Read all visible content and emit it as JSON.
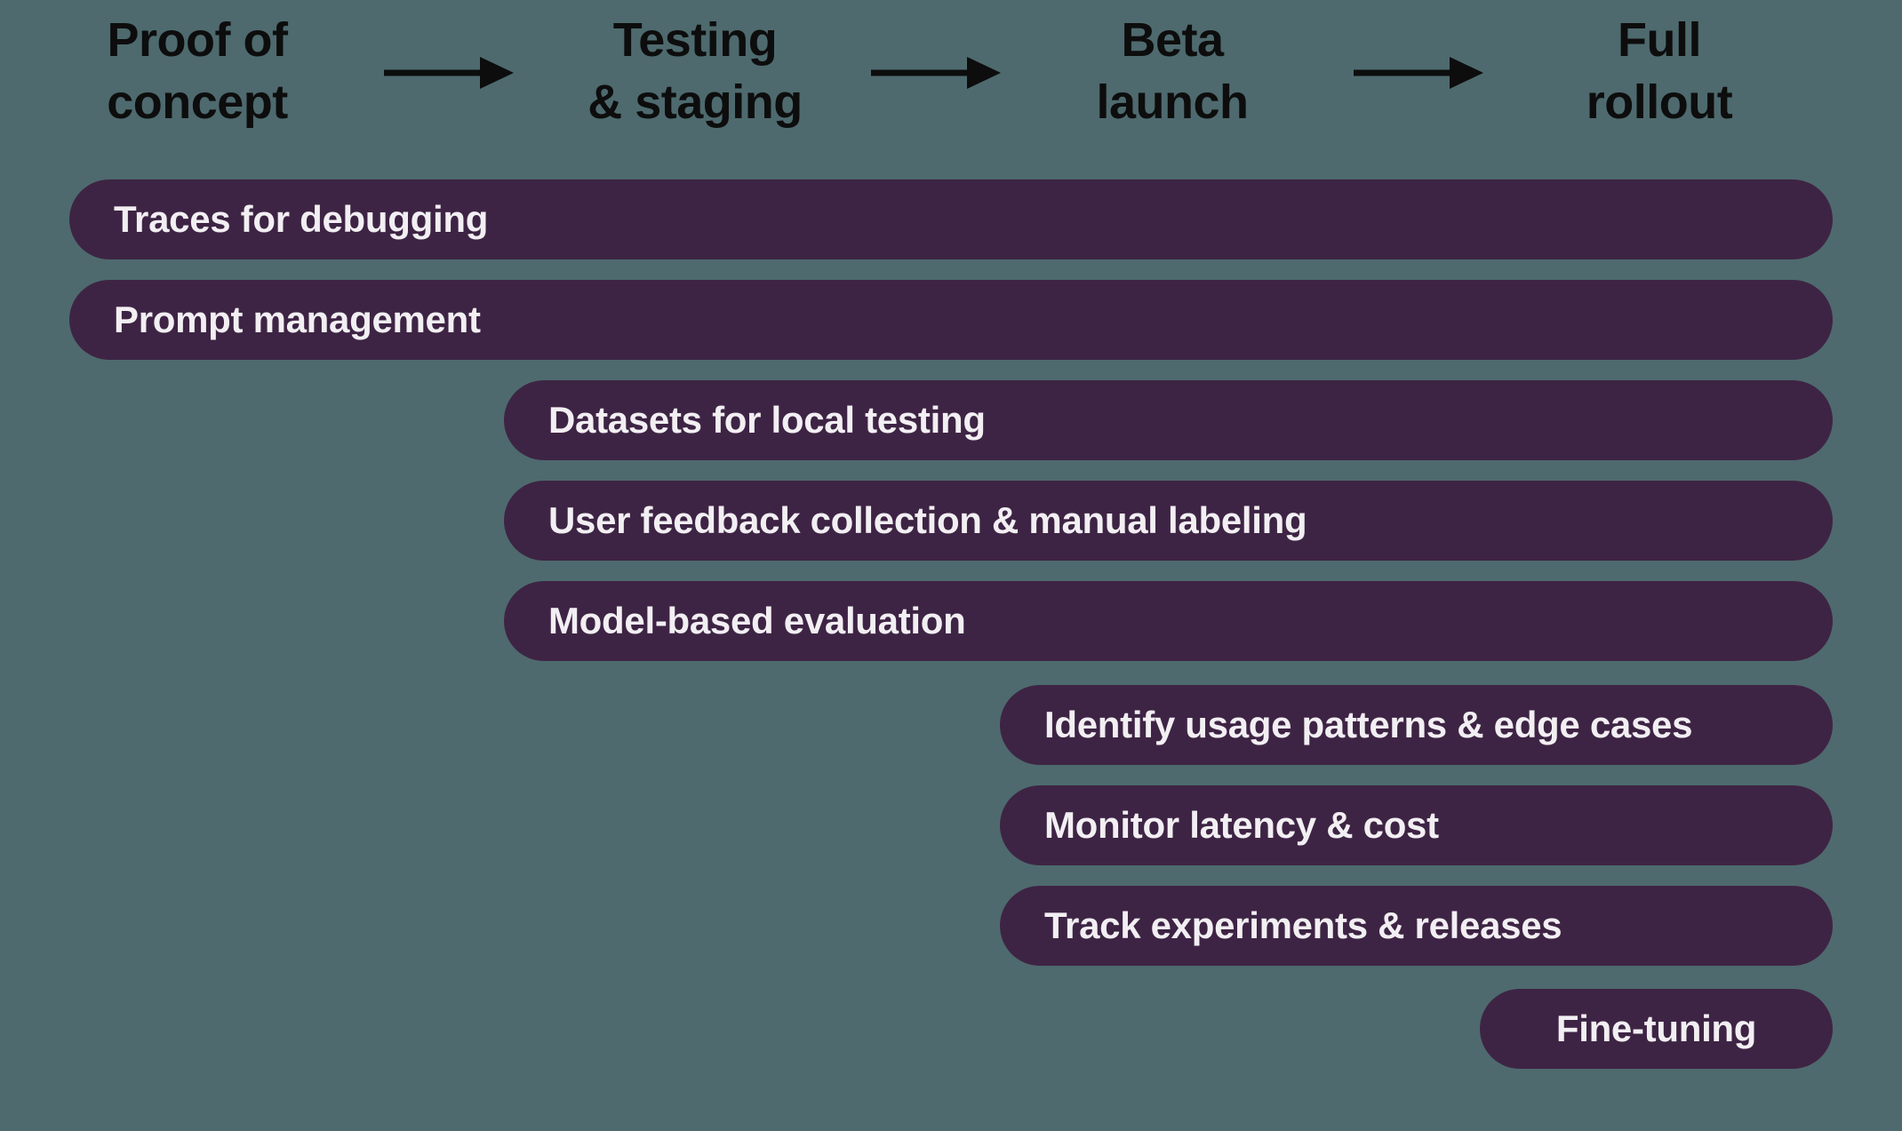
{
  "colors": {
    "background": "#4E6A6E",
    "bar": "#3E2444",
    "bar-text": "#F2EFF3",
    "header-text": "#0D0D0D",
    "arrow": "#0D0D0D"
  },
  "stages": [
    {
      "name": "Proof of concept",
      "line1": "Proof of",
      "line2": "concept"
    },
    {
      "name": "Testing & staging",
      "line1": "Testing",
      "line2": "& staging"
    },
    {
      "name": "Beta launch",
      "line1": "Beta",
      "line2": "launch"
    },
    {
      "name": "Full rollout",
      "line1": "Full",
      "line2": "rollout"
    }
  ],
  "bars": [
    {
      "label": "Traces for debugging",
      "from_stage": "Proof of concept",
      "to_stage": "Full rollout"
    },
    {
      "label": "Prompt management",
      "from_stage": "Proof of concept",
      "to_stage": "Full rollout"
    },
    {
      "label": "Datasets for local testing",
      "from_stage": "Testing & staging",
      "to_stage": "Full rollout"
    },
    {
      "label": "User feedback collection & manual labeling",
      "from_stage": "Testing & staging",
      "to_stage": "Full rollout"
    },
    {
      "label": "Model-based evaluation",
      "from_stage": "Testing & staging",
      "to_stage": "Full rollout"
    },
    {
      "label": "Identify usage patterns & edge cases",
      "from_stage": "Beta launch",
      "to_stage": "Full rollout"
    },
    {
      "label": "Monitor latency & cost",
      "from_stage": "Beta launch",
      "to_stage": "Full rollout"
    },
    {
      "label": "Track experiments & releases",
      "from_stage": "Beta launch",
      "to_stage": "Full rollout"
    },
    {
      "label": "Fine-tuning",
      "from_stage": "Full rollout",
      "to_stage": "Full rollout"
    }
  ]
}
